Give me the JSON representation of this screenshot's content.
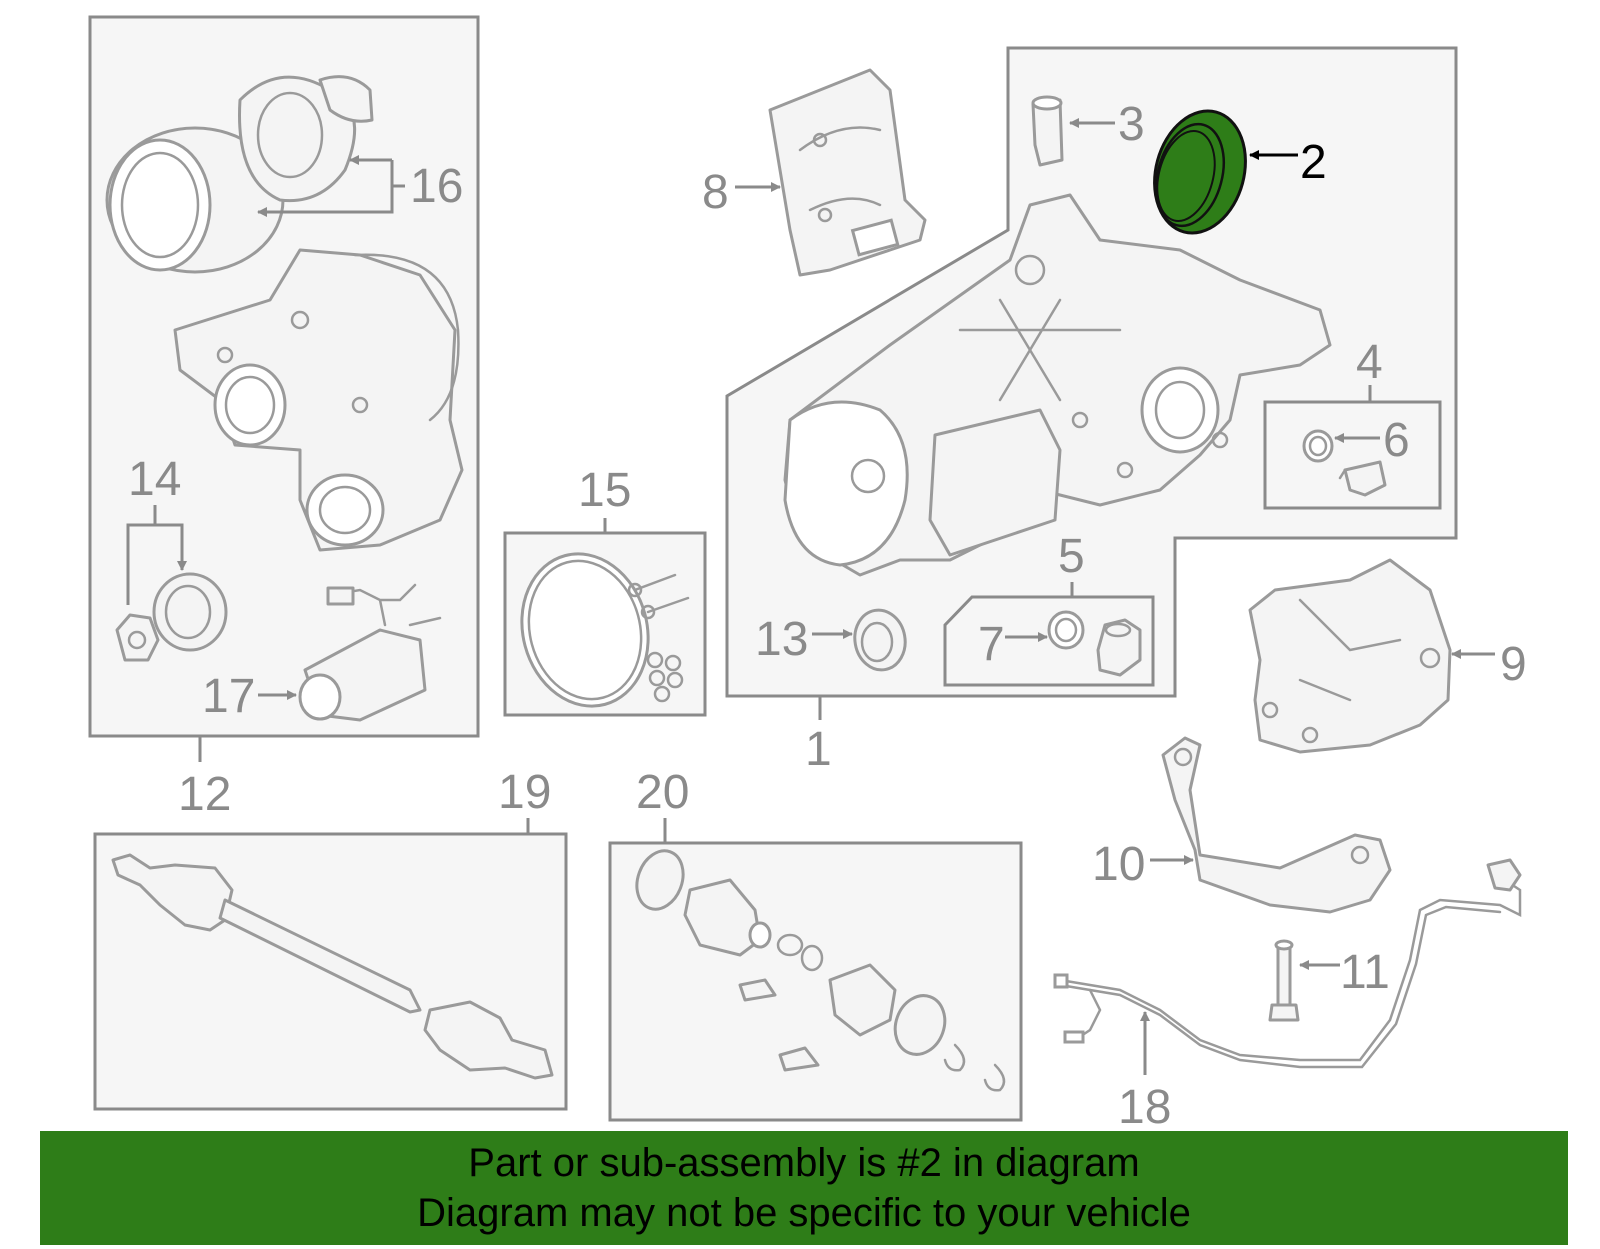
{
  "callouts": {
    "c1": "1",
    "c2": "2",
    "c3": "3",
    "c4": "4",
    "c5": "5",
    "c6": "6",
    "c7": "7",
    "c8": "8",
    "c9": "9",
    "c10": "10",
    "c11": "11",
    "c12": "12",
    "c13": "13",
    "c14": "14",
    "c15": "15",
    "c16": "16",
    "c17": "17",
    "c18": "18",
    "c19": "19",
    "c20": "20"
  },
  "highlighted_part": "2",
  "colors": {
    "highlight_fill": "#2e7d18",
    "banner_background": "#2e7d18",
    "line_gray": "#8a8a8a"
  },
  "banner": {
    "line1": "Part or sub-assembly is #2 in diagram",
    "line2": "Diagram may not be specific to your vehicle"
  }
}
